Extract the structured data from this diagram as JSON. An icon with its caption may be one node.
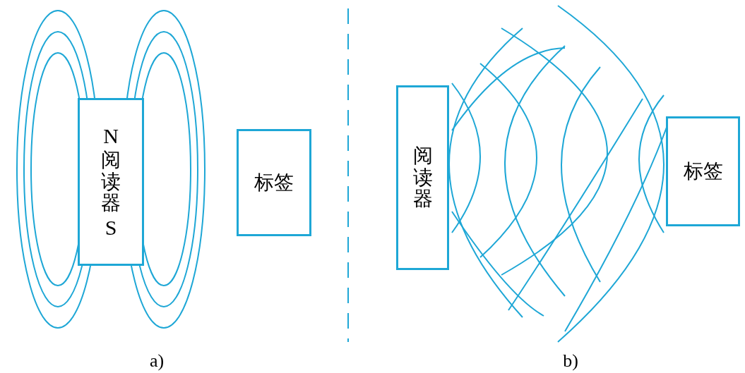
{
  "diagram": {
    "nodes": [
      {
        "text": [
          "N",
          "阅读器",
          "S"
        ]
      },
      {
        "text": [
          "标签"
        ]
      },
      {
        "text": [
          "阅读器"
        ]
      },
      {
        "text": [
          "标签"
        ]
      }
    ],
    "labels": [
      "a)",
      "b)"
    ]
  }
}
